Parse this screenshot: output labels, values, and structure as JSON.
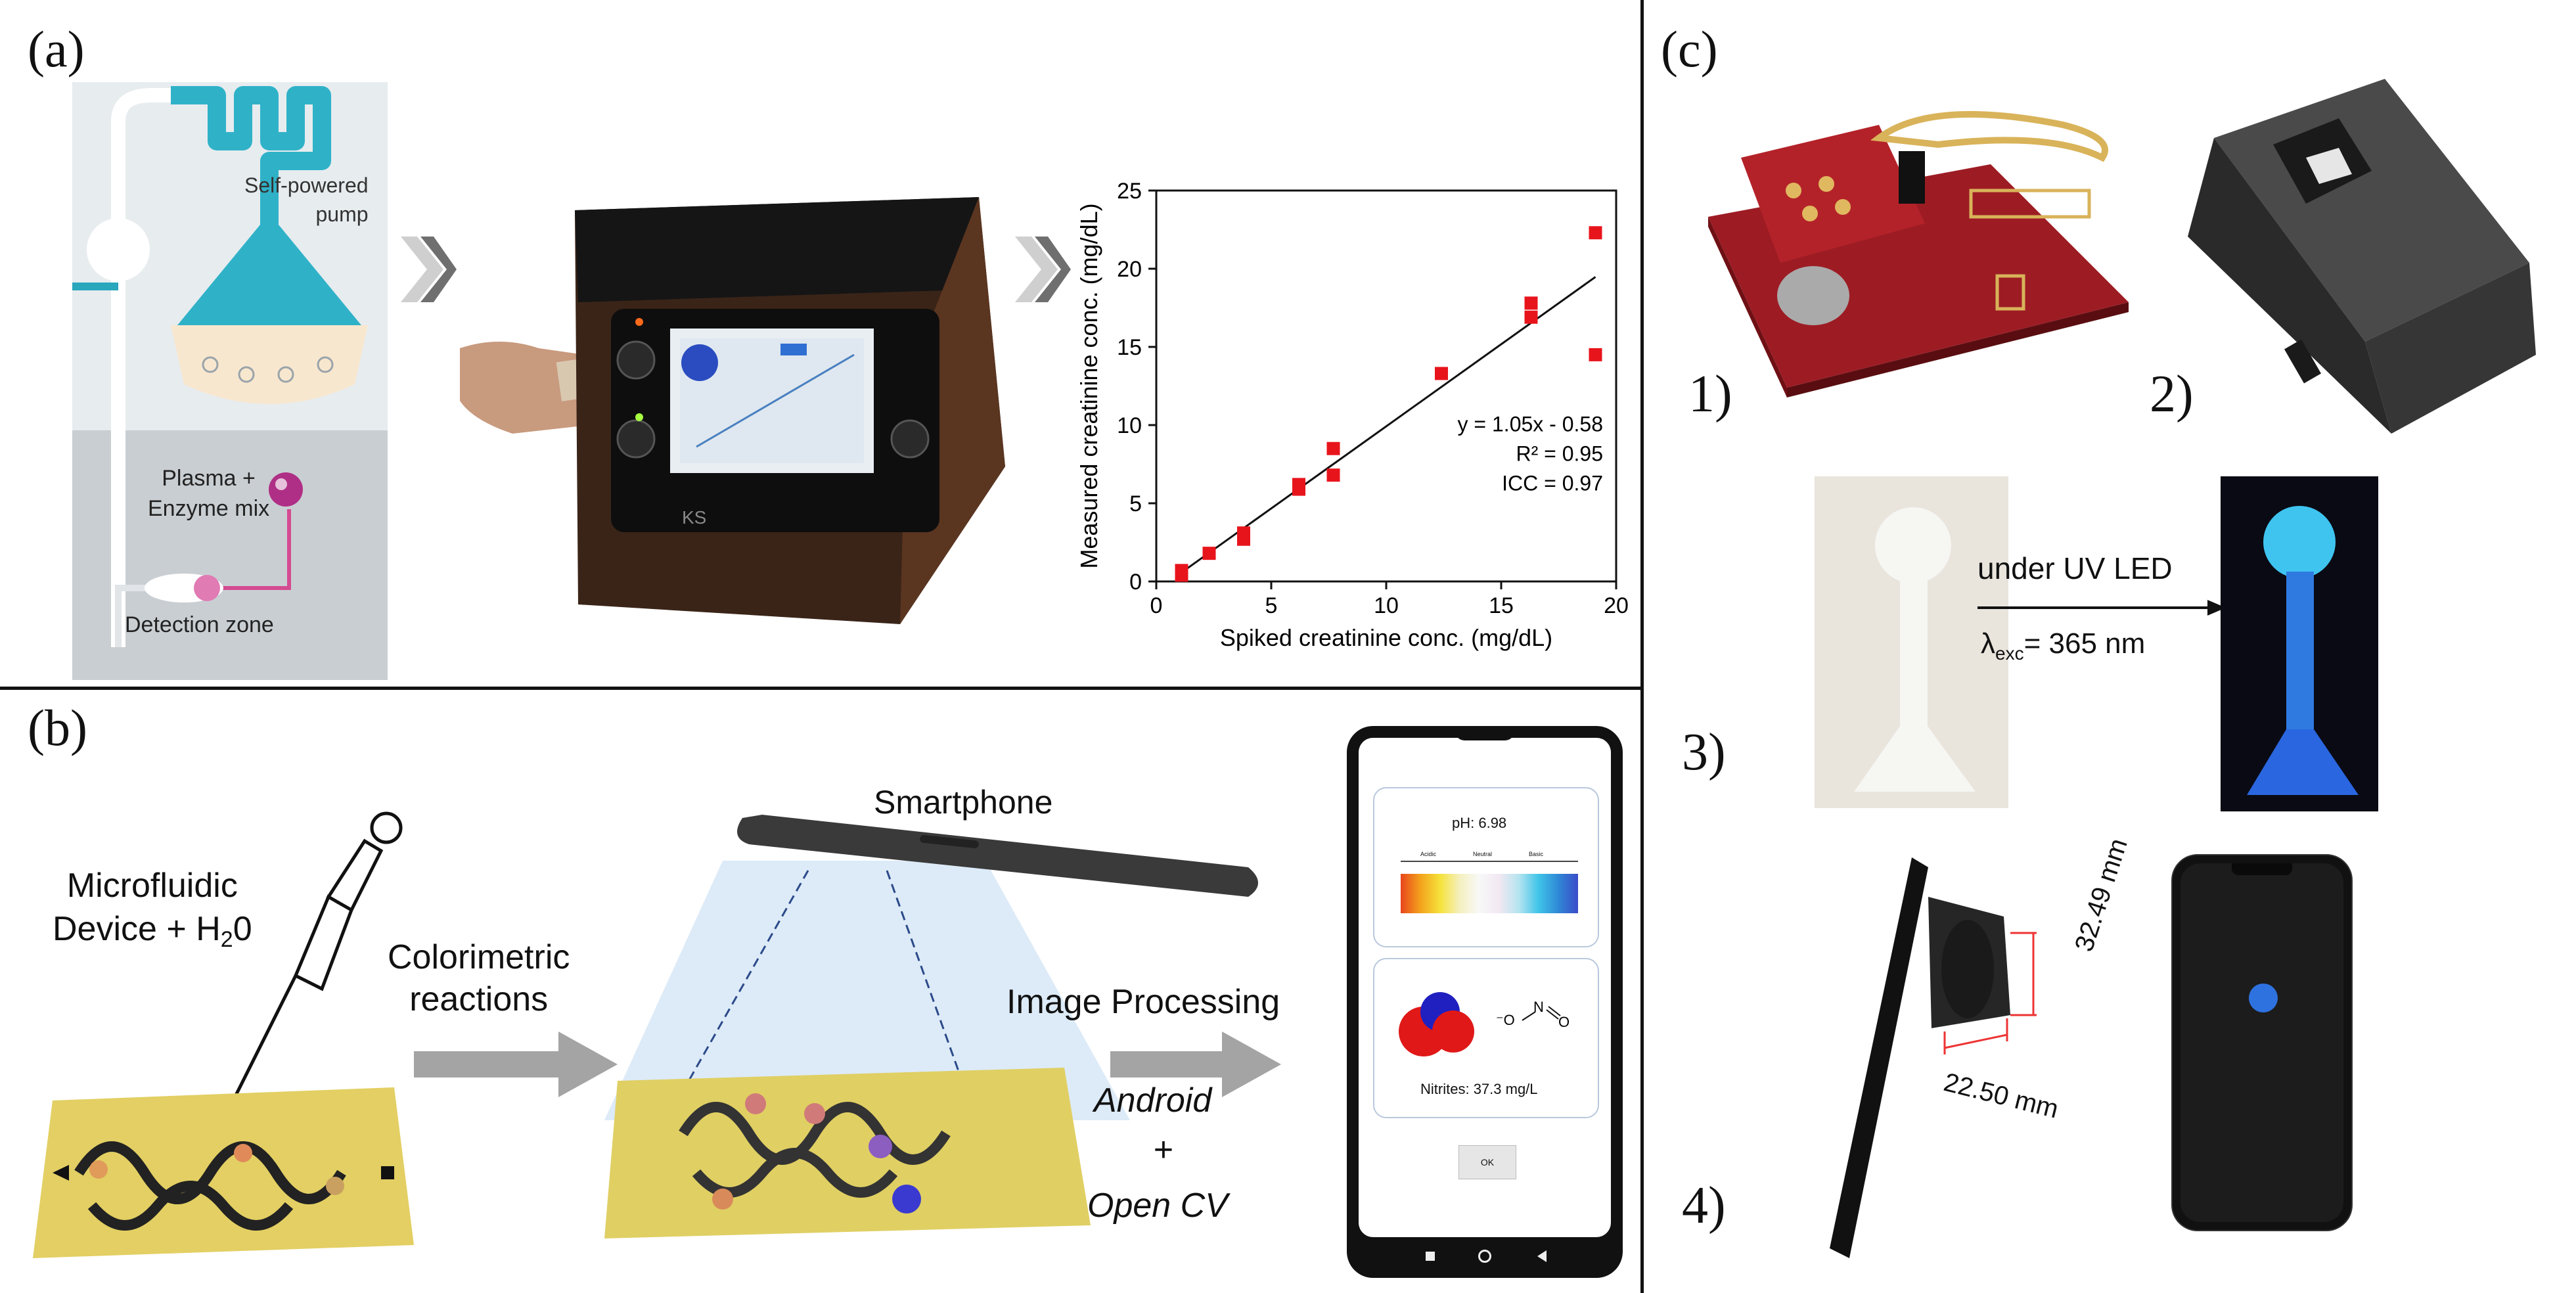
{
  "panels": {
    "a": {
      "label": "(a)",
      "device_labels": {
        "pump": "Self-powered\npump",
        "plasma": "Plasma +\nEnzyme mix",
        "detection": "Detection zone"
      },
      "reader_text": "KS",
      "chart_data": {
        "type": "scatter",
        "xlabel": "Spiked creatinine conc. (mg/dL)",
        "ylabel": "Measured creatinine conc. (mg/dL)",
        "xlim": [
          0,
          20
        ],
        "ylim": [
          0,
          25
        ],
        "xticks": [
          0,
          5,
          10,
          15,
          20
        ],
        "yticks": [
          0,
          5,
          10,
          15,
          20,
          25
        ],
        "grid": false,
        "points": [
          {
            "x": 1.1,
            "y": 0.4
          },
          {
            "x": 1.1,
            "y": 0.7
          },
          {
            "x": 2.3,
            "y": 1.8
          },
          {
            "x": 3.8,
            "y": 2.7
          },
          {
            "x": 3.8,
            "y": 3.1
          },
          {
            "x": 6.2,
            "y": 5.9
          },
          {
            "x": 6.2,
            "y": 6.2
          },
          {
            "x": 7.7,
            "y": 6.8
          },
          {
            "x": 7.7,
            "y": 8.5
          },
          {
            "x": 12.4,
            "y": 13.3
          },
          {
            "x": 16.3,
            "y": 16.9
          },
          {
            "x": 16.3,
            "y": 17.8
          },
          {
            "x": 19.1,
            "y": 22.3
          },
          {
            "x": 19.1,
            "y": 14.5
          }
        ],
        "fit": {
          "slope": 1.05,
          "intercept": -0.58,
          "x_range": [
            1.1,
            19.1
          ]
        },
        "annotations": [
          "y = 1.05x - 0.58",
          "R² = 0.95",
          "ICC = 0.97"
        ],
        "colors": {
          "points": "#e8141c",
          "line": "#111111"
        }
      }
    },
    "b": {
      "label": "(b)",
      "microfluidic": "Microfluidic\nDevice + H",
      "sub_2": "2",
      "zero": "0",
      "colorimetric": "Colorimetric\nreactions",
      "smartphone": "Smartphone",
      "image_processing": "Image Processing",
      "android": "Android",
      "plus": "+",
      "opencv": "Open CV",
      "phone": {
        "ph": "pH: 6.98",
        "scale_labels": [
          "Acidic",
          "Neutral",
          "Basic"
        ],
        "nitrites_label": "Nitrites:",
        "nitrites_value": "37.3 mg/L",
        "ok": "OK"
      }
    },
    "c": {
      "label": "(c)",
      "item1": "1)",
      "item2": "2)",
      "item3": "3)",
      "item4": "4)",
      "uv": "under UV LED",
      "lambda": "λ",
      "exc": "exc",
      "nm": "= 365 nm",
      "dim1": "32.49 mm",
      "dim2": "22.50 mm"
    }
  }
}
